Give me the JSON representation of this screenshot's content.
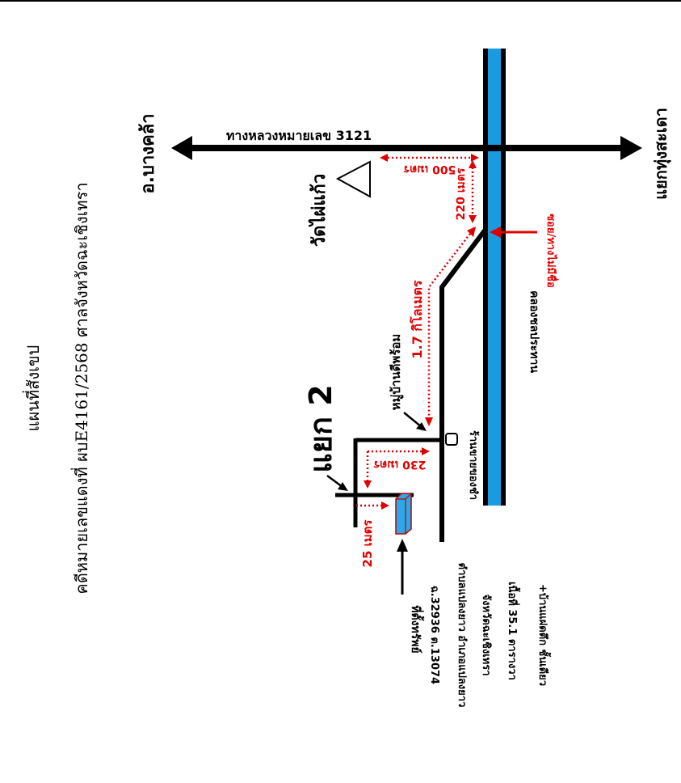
{
  "header": {
    "title": "แผนที่สังเขป",
    "case_line": "คดีหมายเลขแดงที่ ผบE4161/2568  ศาลจังหวัดฉะเชิงเทรา"
  },
  "map": {
    "highway_label": "ทางหลวงหมายเลข 3121",
    "dest_left": "อ.บางคล้า",
    "dest_right": "แยกทุ่งสะเดา",
    "temple_label": "วัดไผ่แก้ว",
    "canal_label": "คลองชลประทาน",
    "soi_label": "ซอย/ทางไม่มีชื่อ",
    "village_label": "หมู่บ้านดีพร้อม",
    "shop_label": "ร้านขายของชำ",
    "junction_label": "แยก 2",
    "property_label": "ที่ตั้งทรัพย์",
    "distances": {
      "d500": "500 เมตร",
      "d220": "220 เมตร",
      "d17": "1.7 กิโลเมตร",
      "d230": "230 เมตร",
      "d25": "25 เมตร"
    },
    "property_info": [
      "ฉ.32936  ต.13074",
      "ตำบลแปลงยาว  อำเภอแปลงยาว",
      "จังหวัดฉะเชิงเทรา",
      "เนื้อที่   35.1  ตารางวา",
      "+บ้านแฝดตึก ชั้นเดียว"
    ],
    "colors": {
      "road": "#000000",
      "canal": "#1a9be0",
      "distance": "#e00000",
      "property": "#2aa8e8"
    }
  }
}
